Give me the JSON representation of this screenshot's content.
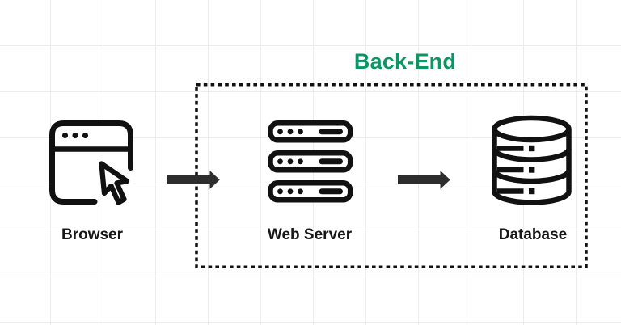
{
  "diagram": {
    "backend_group": {
      "label": "Back-End",
      "label_color": "#0D9565",
      "border_style": "dashed"
    },
    "nodes": [
      {
        "id": "browser",
        "label": "Browser",
        "icon": "browser-window-cursor-icon",
        "inside_backend": false
      },
      {
        "id": "web-server",
        "label": "Web Server",
        "icon": "server-stack-icon",
        "inside_backend": true
      },
      {
        "id": "database",
        "label": "Database",
        "icon": "database-cylinder-icon",
        "inside_backend": true
      }
    ],
    "flows": [
      {
        "from": "Browser",
        "to": "Web Server"
      },
      {
        "from": "Web Server",
        "to": "Database"
      }
    ],
    "colors": {
      "background": "#ffffff",
      "grid_line": "#ececec",
      "icon_stroke": "#111111",
      "arrow_fill": "#2d2d2d",
      "label_text": "#171717",
      "backend_border": "#111111"
    }
  }
}
